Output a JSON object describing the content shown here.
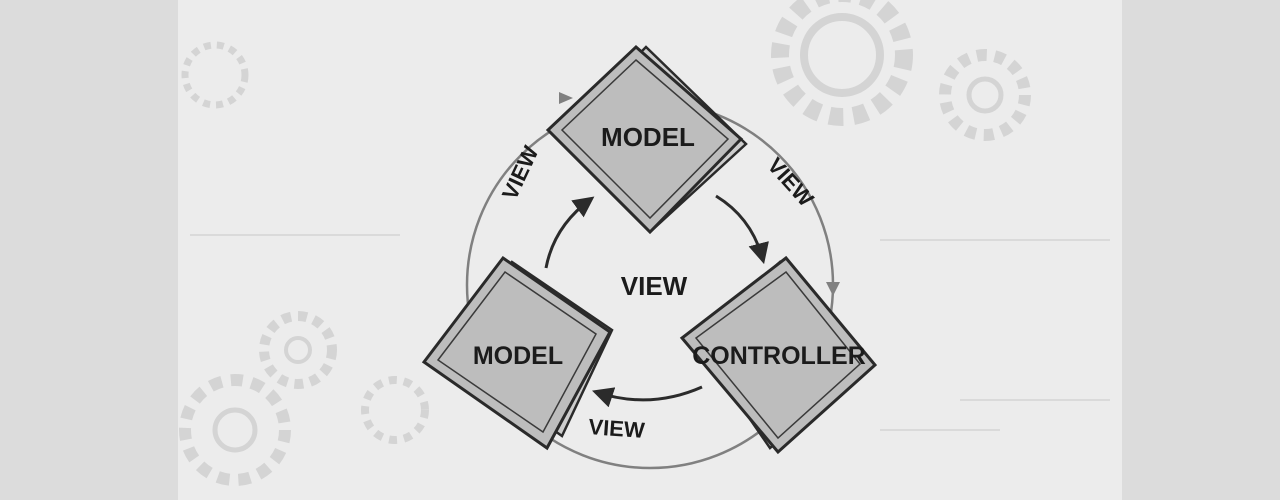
{
  "diagram": {
    "nodes": [
      {
        "id": "top",
        "label": "MODEL"
      },
      {
        "id": "left",
        "label": "MODEL"
      },
      {
        "id": "right",
        "label": "CONTROLLER"
      }
    ],
    "center_label": "VIEW",
    "edge_labels": {
      "upper_left": "VIEW",
      "upper_right": "VIEW",
      "bottom": "VIEW"
    },
    "colors": {
      "panel": "#ececec",
      "side_bands": "#dcdcdc",
      "card_fill": "#bdbdbd",
      "card_back": "#cdcdcd",
      "card_stroke": "#2a2a2a",
      "ring": "#808080",
      "arrow": "#2b2b2b",
      "text": "#1b1b1b",
      "watermark": "#d6d6d6"
    },
    "watermark_icons": [
      "gear-icon",
      "gear-icon",
      "gear-icon",
      "gear-icon",
      "gear-icon"
    ]
  }
}
